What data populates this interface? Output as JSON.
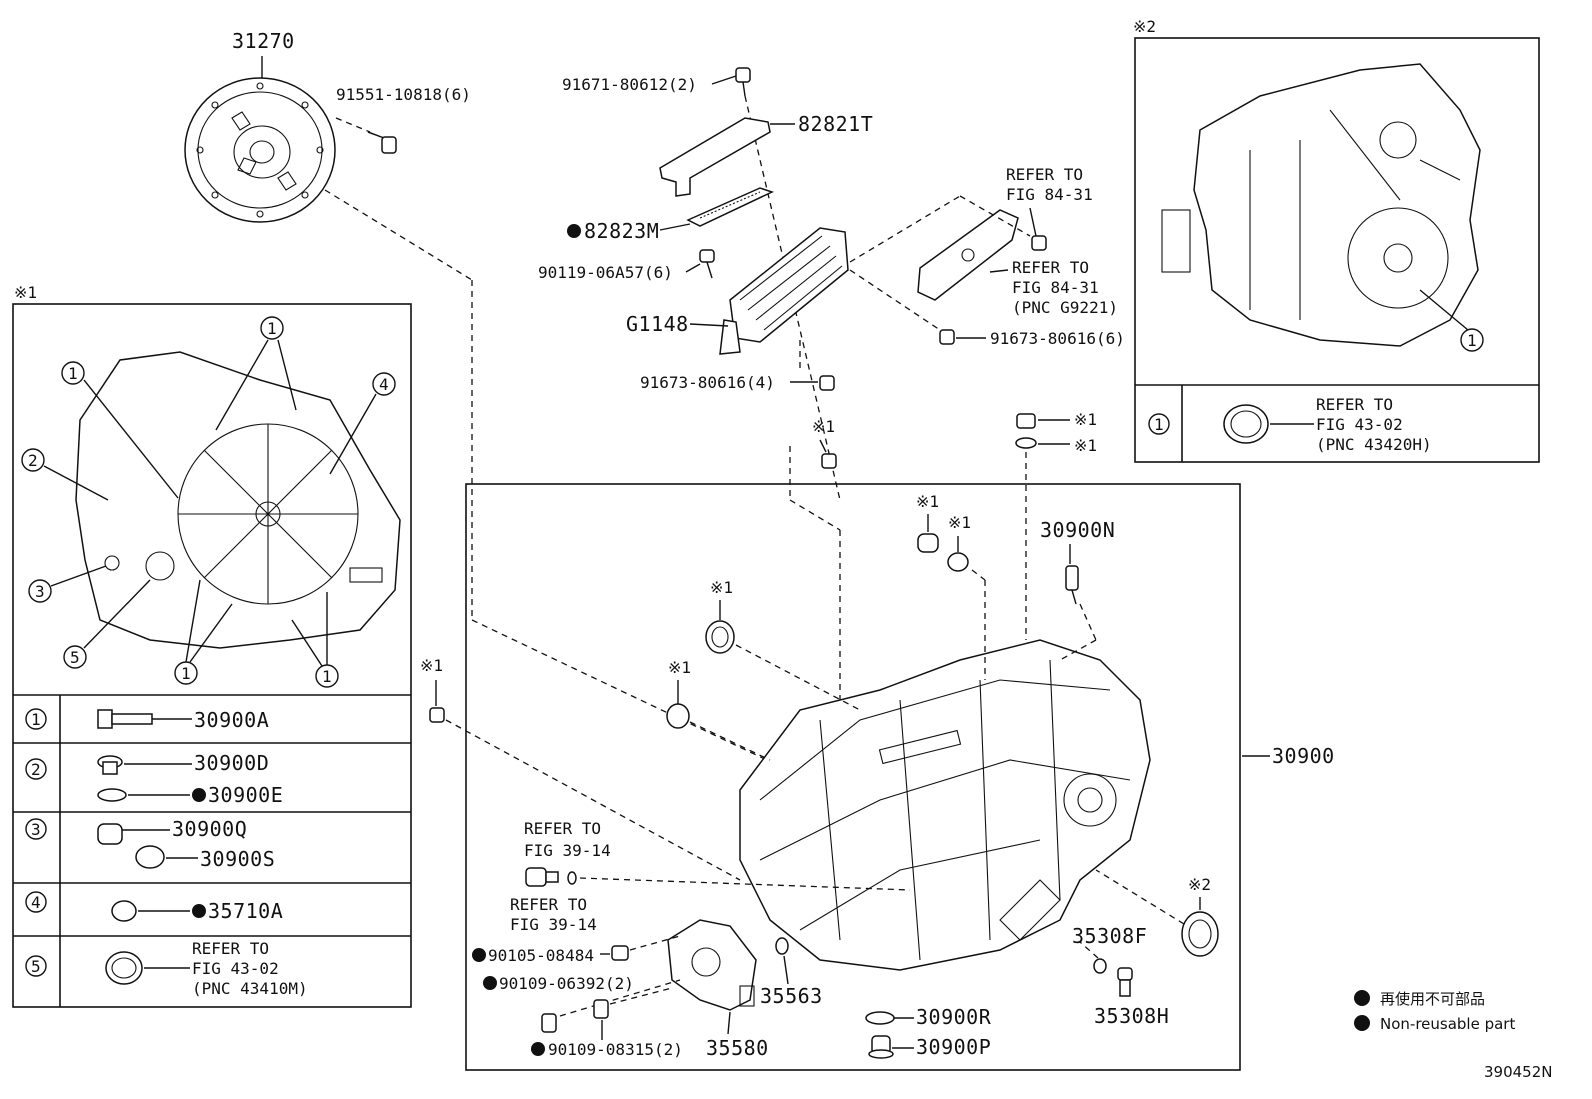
{
  "diagram": {
    "footer_code": "390452N",
    "legend": {
      "jp_text": "再使用不可部品",
      "en_text": "Non-reusable part"
    },
    "callouts": {
      "p31270": "31270",
      "p91551": "91551-10818(6)",
      "p91671": "91671-80612(2)",
      "p82821T": "82821T",
      "p82823M": "82823M",
      "p90119": "90119-06A57(6)",
      "pG1148": "G1148",
      "p91673_4": "91673-80616(4)",
      "p91673_6": "91673-80616(6)",
      "refer_84_a1": "REFER TO",
      "refer_84_a2": "FIG 84-31",
      "refer_84_b1": "REFER TO",
      "refer_84_b2": "FIG 84-31",
      "refer_84_b3": "(PNC G9221)",
      "p30900N": "30900N",
      "p30900": "30900",
      "refer_39_a1": "REFER TO",
      "refer_39_a2": "FIG 39-14",
      "refer_39_b1": "REFER TO",
      "refer_39_b2": "FIG 39-14",
      "p90105": "90105-08484",
      "p90109_a": "90109-06392(2)",
      "p90109_b": "90109-08315(2)",
      "p35563": "35563",
      "p35580": "35580",
      "p35308F": "35308F",
      "p35308H": "35308H",
      "p30900R": "30900R",
      "p30900P": "30900P"
    },
    "marks": {
      "note1": "※1",
      "note2": "※2"
    },
    "table1": {
      "row1_num": "①",
      "row1_part": "30900A",
      "row2_num": "②",
      "row2_part_a": "30900D",
      "row2_part_b": "30900E",
      "row3_num": "③",
      "row3_part_a": "30900Q",
      "row3_part_b": "30900S",
      "row4_num": "④",
      "row4_part": "35710A",
      "row5_num": "⑤",
      "row5_ref1": "REFER TO",
      "row5_ref2": "FIG 43-02",
      "row5_ref3": "(PNC 43410M)"
    },
    "table2": {
      "row1_num": "①",
      "ref1": "REFER TO",
      "ref2": "FIG 43-02",
      "ref3": "(PNC 43420H)"
    },
    "markers": {
      "m1": "1",
      "m2": "2",
      "m3": "3",
      "m4": "4",
      "m5": "5"
    }
  }
}
